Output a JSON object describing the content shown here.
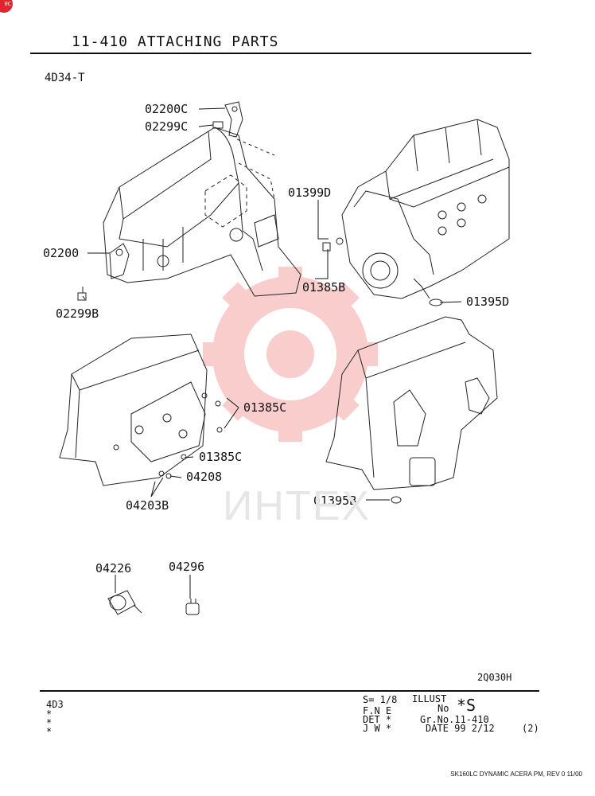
{
  "corner_badge": "0C",
  "header": {
    "title": "11-410  ATTACHING PARTS",
    "model": "4D34-T"
  },
  "part_labels": {
    "p02200C": "02200C",
    "p02299C": "02299C",
    "p01399D": "01399D",
    "p02200": "02200",
    "p01385B": "01385B",
    "p01395D": "01395D",
    "p02299B": "02299B",
    "p01385C_a": "01385C",
    "p01385C_b": "01385C",
    "p04208": "04208",
    "p04203B": "04203B",
    "p01395B": "01395B",
    "p04226": "04226",
    "p04296": "04296"
  },
  "drawing_code": "2Q030H",
  "watermark": "ИНТЕХ",
  "footer": {
    "left": [
      "4D3",
      "*",
      "*",
      "*"
    ],
    "scale": "S= 1/8",
    "illust_label": "ILLUST",
    "illust_no_label": "No",
    "illust_no": "*S",
    "fne": "F.N E",
    "det": "DET *",
    "jw": "J W *",
    "gr_no": "Gr.No.11-410",
    "date": "DATE  99 2/12",
    "page": "(2)"
  },
  "credit": "SK160LC DYNAMIC ACERA PM, REV  0 11/00",
  "colors": {
    "ink": "#111111",
    "watermark": "#f08080",
    "badge": "#e4232f"
  }
}
